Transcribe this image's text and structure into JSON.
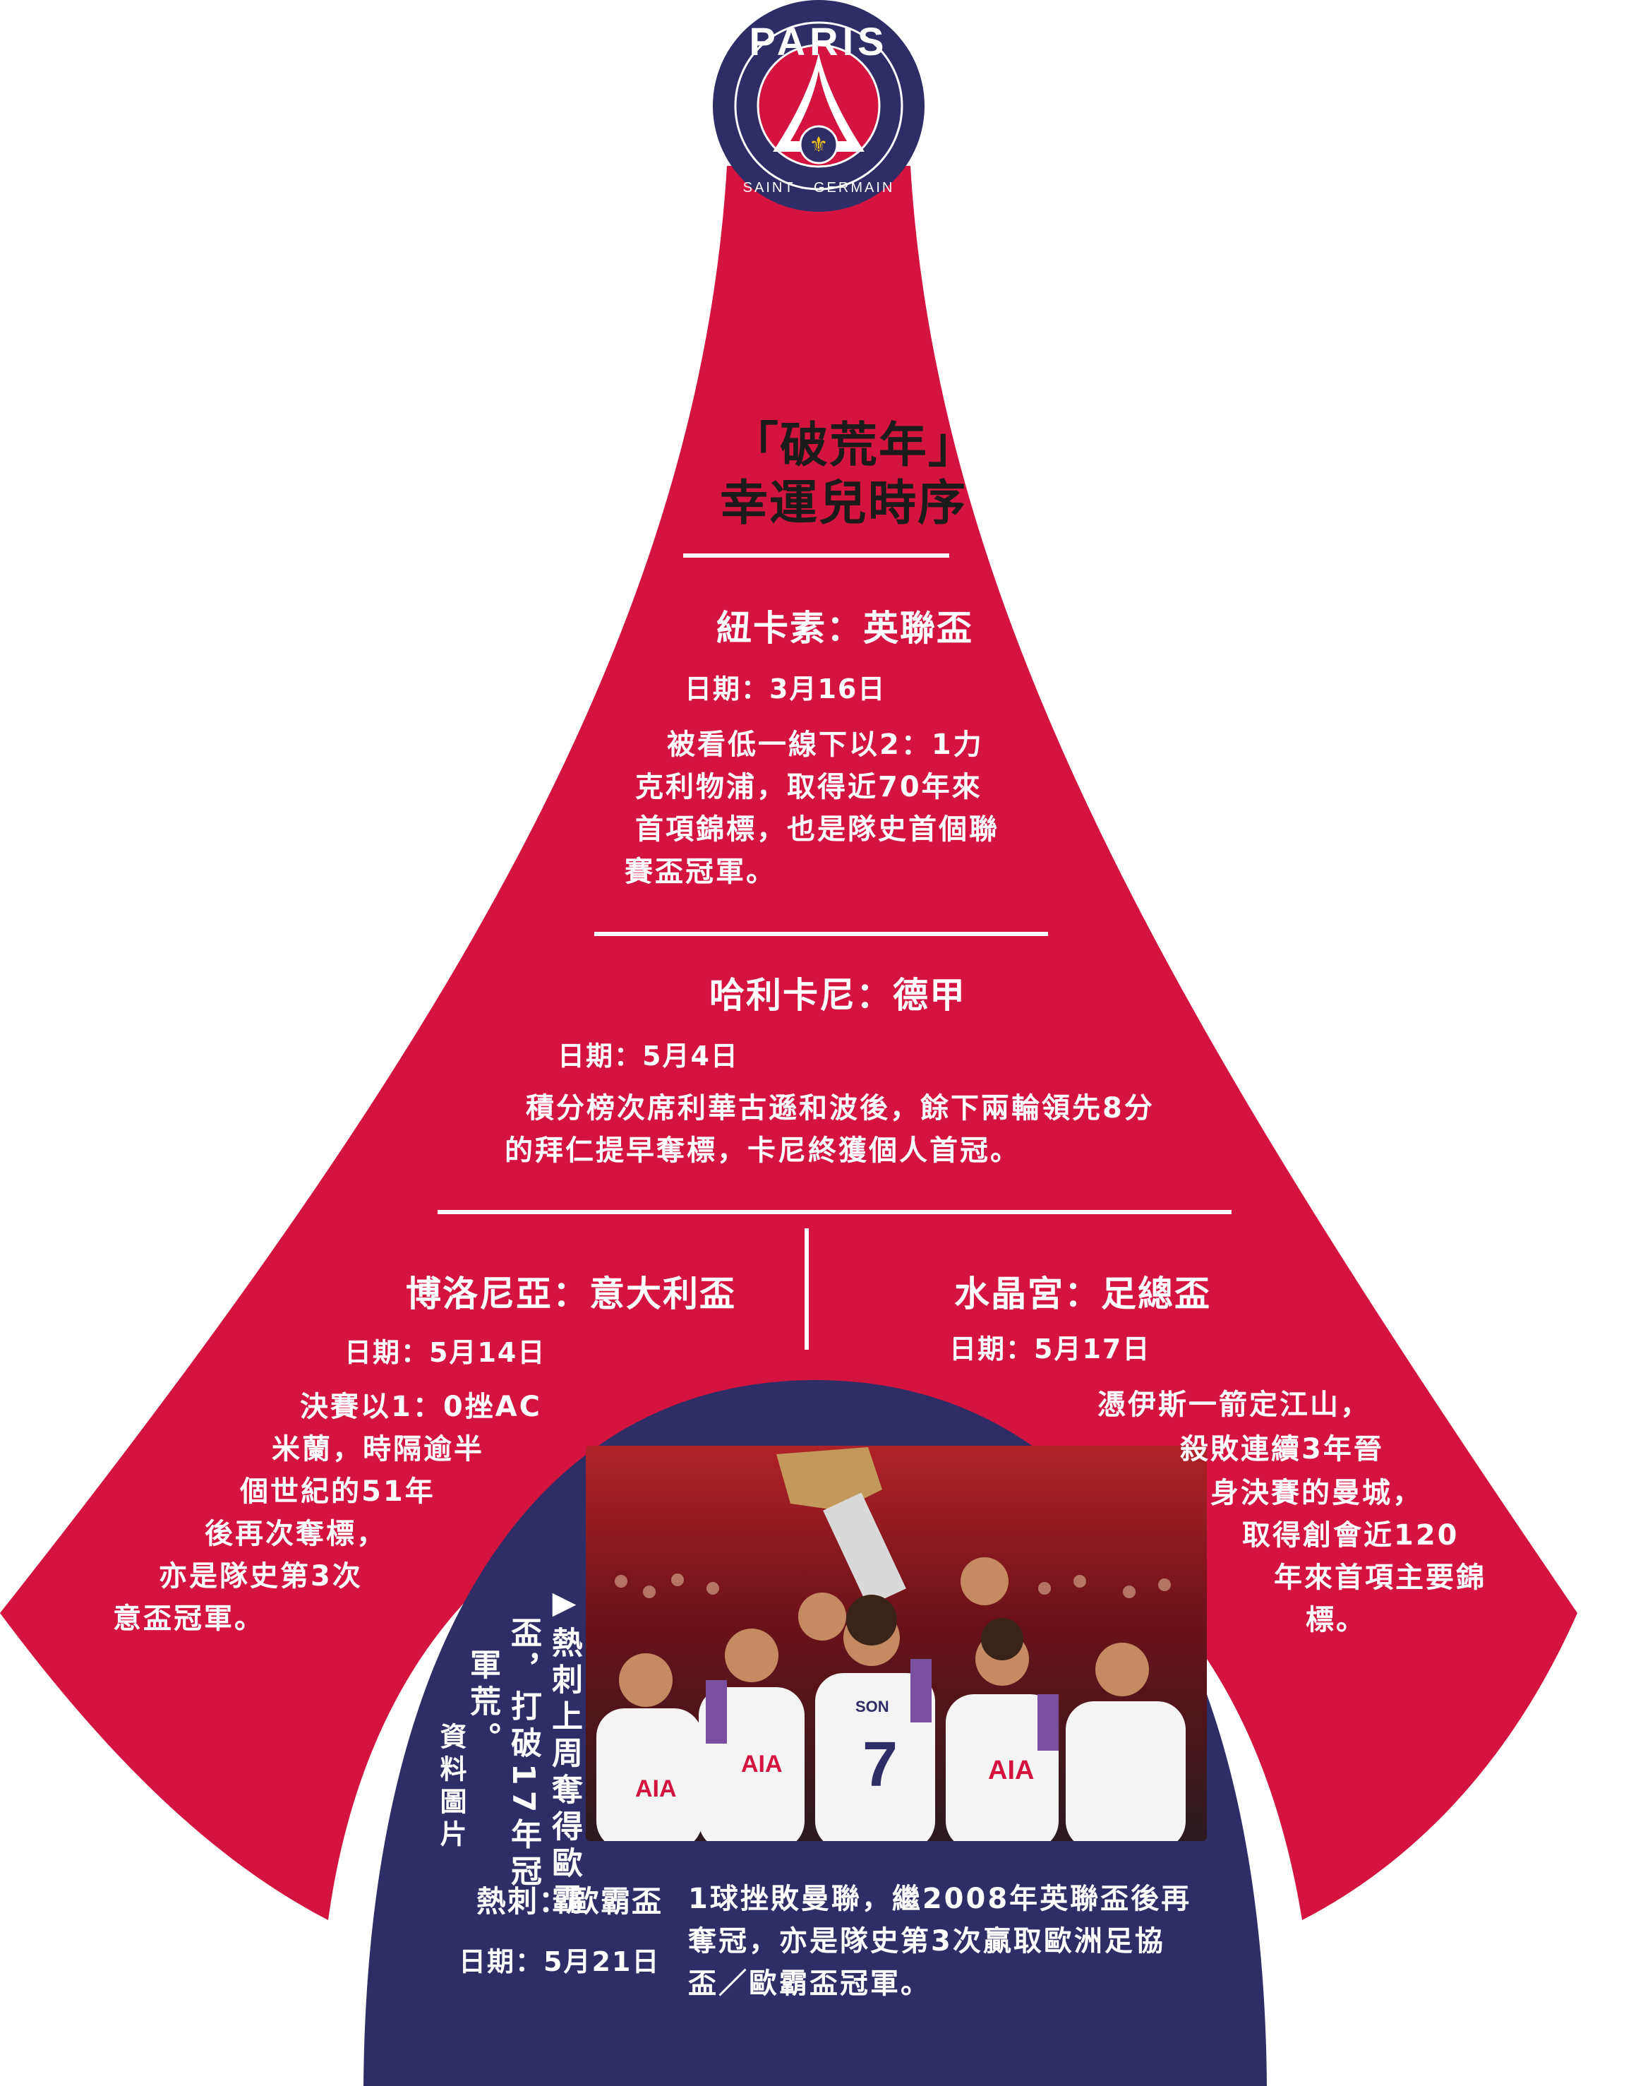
{
  "logo": {
    "top_text": "PARIS",
    "bottom_text": "SAINT - GERMAIN"
  },
  "title": {
    "line1": "「破荒年」",
    "line2": "幸運兒時序"
  },
  "sections": [
    {
      "heading": "紐卡素：英聯盃",
      "date": "日期：3月16日",
      "lines": [
        "被看低一線下以2：1力",
        "克利物浦，取得近70年來",
        "首項錦標，也是隊史首個聯",
        "賽盃冠軍。"
      ]
    },
    {
      "heading": "哈利卡尼：德甲",
      "date": "日期：5月4日",
      "lines": [
        "積分榜次席利華古遜和波後，餘下兩輪領先8分",
        "的拜仁提早奪標，卡尼終獲個人首冠。"
      ]
    },
    {
      "heading": "博洛尼亞：意大利盃",
      "date": "日期：5月14日",
      "lines": [
        "決賽以1：0挫AC",
        "米蘭，時隔逾半",
        "個世紀的51年",
        "後再次奪標，",
        "亦是隊史第3次",
        "意盃冠軍。"
      ]
    },
    {
      "heading": "水晶宮：足總盃",
      "date": "日期：5月17日",
      "lines": [
        "憑伊斯一箭定江山，",
        "殺敗連續3年晉",
        "身決賽的曼城，",
        "取得創會近120",
        "年來首項主要錦",
        "標。"
      ]
    },
    {
      "heading": "熱刺：歐霸盃",
      "date": "日期：5月21日",
      "lines": [
        "1球挫敗曼聯，繼2008年英聯盃後再",
        "奪冠，亦是隊史第3次贏取歐洲足協",
        "盃／歐霸盃冠軍。"
      ]
    }
  ],
  "photo_caption": {
    "col1": "▶熱刺上周奪得歐霸",
    "col2": "盃，打破17年冠",
    "col3": "軍荒。",
    "col4": "資料圖片"
  },
  "photo_text": {
    "jersey_sponsor": "AIA",
    "jersey_number": "7",
    "jersey_name": "SON"
  },
  "colors": {
    "red": "#d4143f",
    "navy": "#2e2d66",
    "photo_bg": "#8a1b22"
  }
}
